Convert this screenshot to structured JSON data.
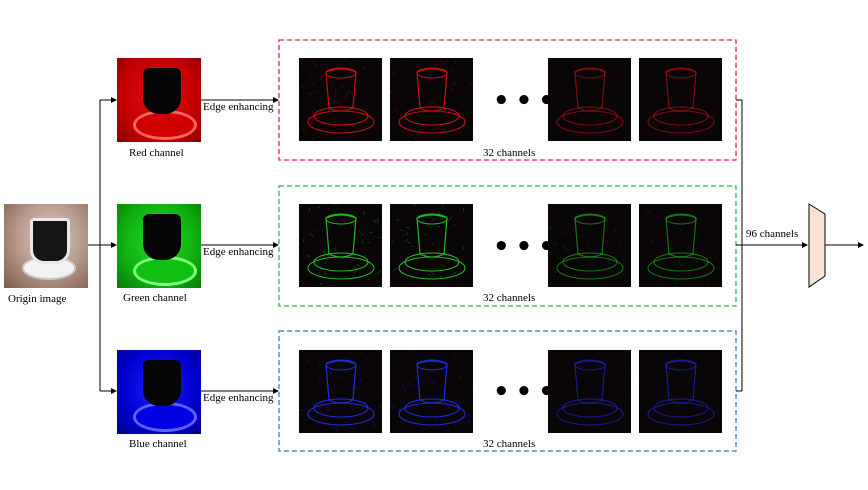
{
  "origin_label": "Origin image",
  "branches": [
    {
      "key": "red",
      "channel_label": "Red channel",
      "edge_label": "Edge enhancing",
      "count_label": "32 channels",
      "color": "#e01010",
      "box_color": "#e8262b"
    },
    {
      "key": "green",
      "channel_label": "Green channel",
      "edge_label": "Edge enhancing",
      "count_label": "32 channels",
      "color": "#20d020",
      "box_color": "#2db84b"
    },
    {
      "key": "blue",
      "channel_label": "Blue channel",
      "edge_label": "Edge enhancing",
      "count_label": "32 channels",
      "color": "#2030ff",
      "box_color": "#2f7fd4"
    }
  ],
  "merge_label": "96 channels",
  "ellipsis": "•••",
  "trapezoid_color": "#fbe3d3"
}
